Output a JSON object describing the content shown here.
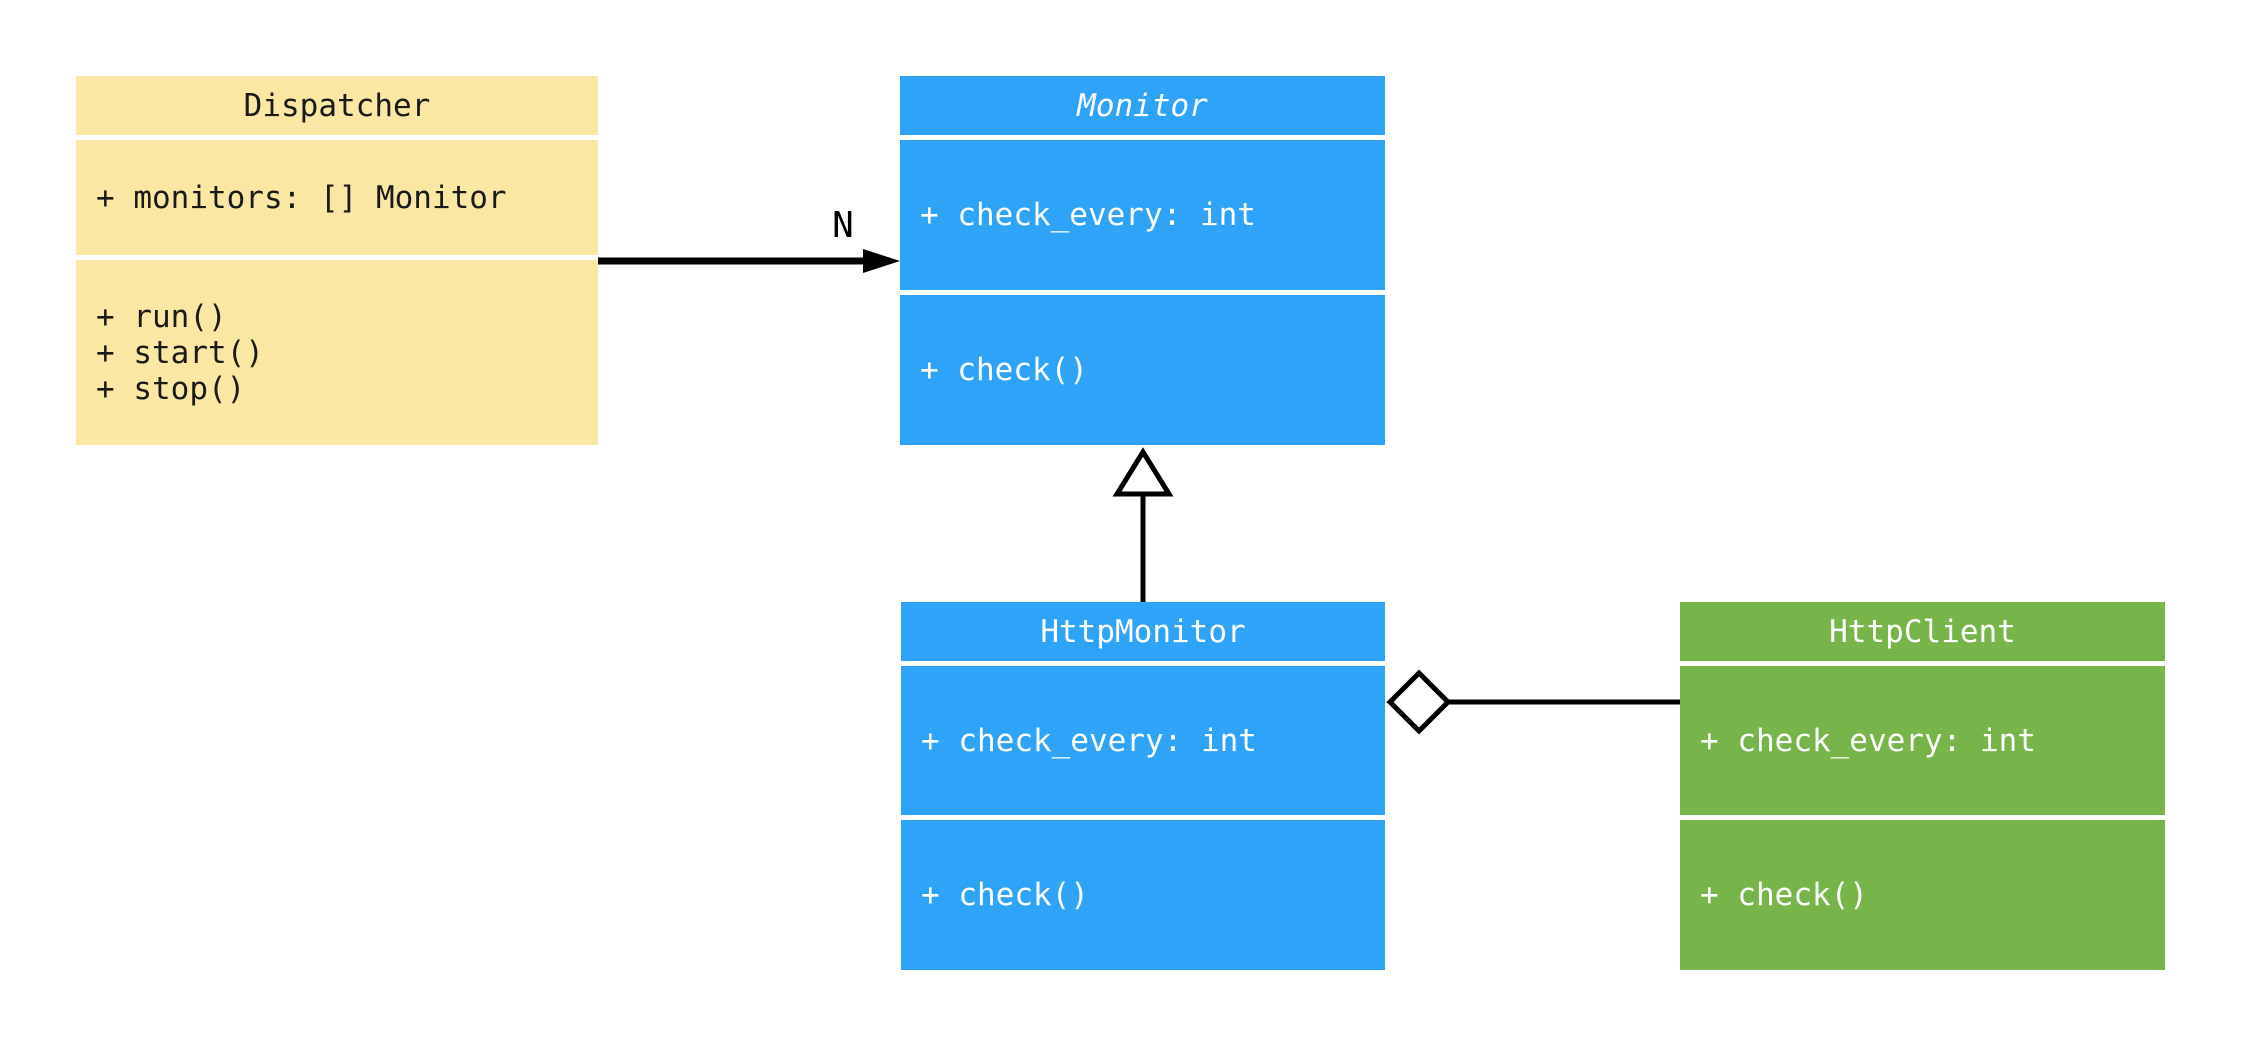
{
  "diagram": {
    "type": "uml-class-diagram",
    "background": "#FFFFFF",
    "edge_color": "#000000"
  },
  "classes": [
    {
      "name": "Dispatcher",
      "abstract": false,
      "fill": "#FAE7A3",
      "text_color": "#1A1A1A",
      "attributes": [
        "+ monitors: [] Monitor"
      ],
      "methods": [
        "+ run()",
        "+ start()",
        "+ stop()"
      ]
    },
    {
      "name": "Monitor",
      "abstract": true,
      "fill": "#2EA3F7",
      "text_color": "#FFFFFF",
      "attributes": [
        "+ check_every: int"
      ],
      "methods": [
        "+ check()"
      ]
    },
    {
      "name": "HttpMonitor",
      "abstract": false,
      "fill": "#2EA3F7",
      "text_color": "#FFFFFF",
      "attributes": [
        "+ check_every: int"
      ],
      "methods": [
        "+ check()"
      ]
    },
    {
      "name": "HttpClient",
      "abstract": false,
      "fill": "#77B44A",
      "text_color": "#FFFFFF",
      "attributes": [
        "+ check_every: int"
      ],
      "methods": [
        "+ check()"
      ]
    }
  ],
  "edges": [
    {
      "from": "Dispatcher",
      "to": "Monitor",
      "type": "association",
      "marker": "filled-arrow",
      "label": "N"
    },
    {
      "from": "HttpMonitor",
      "to": "Monitor",
      "type": "inheritance",
      "marker": "hollow-triangle",
      "label": ""
    },
    {
      "from": "HttpMonitor",
      "to": "HttpClient",
      "type": "aggregation",
      "marker": "hollow-diamond",
      "label": ""
    }
  ]
}
